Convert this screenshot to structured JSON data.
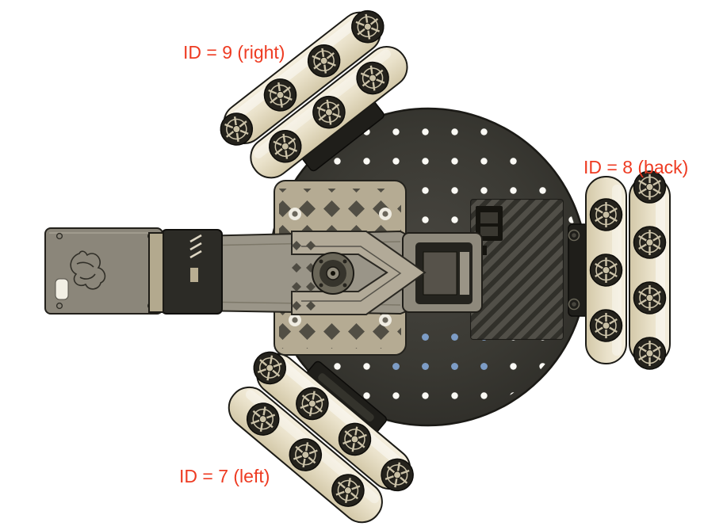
{
  "figure": {
    "background": "#ffffff",
    "label_color": "#ee3b22",
    "labels": [
      {
        "text": "ID = 9 (right)"
      },
      {
        "text": "ID = 8 (back)"
      },
      {
        "text": "ID = 7 (left)"
      }
    ]
  }
}
